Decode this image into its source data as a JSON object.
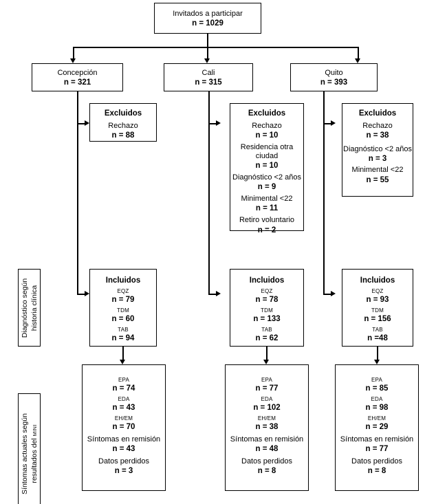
{
  "diagram": {
    "type": "flowchart",
    "title_box": {
      "label": "Invitados a participar",
      "count": "n = 1029"
    },
    "sites": [
      {
        "name": "Concepción",
        "count": "n = 321"
      },
      {
        "name": "Cali",
        "count": "n = 315"
      },
      {
        "name": "Quito",
        "count": "n = 393"
      }
    ],
    "excluded_heading": "Excluidos",
    "included_heading": "Incluidos",
    "excluded": [
      {
        "site": "Concepción",
        "items": [
          {
            "label": "Rechazo",
            "count": "n = 88"
          }
        ]
      },
      {
        "site": "Cali",
        "items": [
          {
            "label": "Rechazo",
            "count": "n = 10"
          },
          {
            "label": "Residencia otra ciudad",
            "count": "n = 10"
          },
          {
            "label": "Diagnóstico <2 años",
            "count": "n = 9"
          },
          {
            "label": "Minimental <22",
            "count": "n = 11"
          },
          {
            "label": "Retiro voluntario",
            "count": "n = 2"
          }
        ]
      },
      {
        "site": "Quito",
        "items": [
          {
            "label": "Rechazo",
            "count": "n = 38"
          },
          {
            "label": "Diagnóstico <2 años",
            "count": "n = 3"
          },
          {
            "label": "Minimental <22",
            "count": "n = 55"
          }
        ]
      }
    ],
    "included": [
      {
        "site": "Concepción",
        "items": [
          {
            "label": "EQZ",
            "count": "n = 79"
          },
          {
            "label": "TDM",
            "count": "n = 60"
          },
          {
            "label": "TAB",
            "count": "n = 94"
          }
        ]
      },
      {
        "site": "Cali",
        "items": [
          {
            "label": "EQZ",
            "count": "n = 78"
          },
          {
            "label": "TDM",
            "count": "n = 133"
          },
          {
            "label": "TAB",
            "count": "n = 62"
          }
        ]
      },
      {
        "site": "Quito",
        "items": [
          {
            "label": "EQZ",
            "count": "n = 93"
          },
          {
            "label": "TDM",
            "count": "n = 156"
          },
          {
            "label": "TAB",
            "count": "n =48"
          }
        ]
      }
    ],
    "symptoms": [
      {
        "site": "Concepción",
        "items": [
          {
            "label": "EPA",
            "count": "n = 74"
          },
          {
            "label": "EDA",
            "count": "n = 43"
          },
          {
            "label": "EH/EM",
            "count": "n = 70"
          },
          {
            "label": "Síntomas en remisión",
            "count": "n = 43"
          },
          {
            "label": "Datos perdidos",
            "count": "n = 3"
          }
        ]
      },
      {
        "site": "Cali",
        "items": [
          {
            "label": "EPA",
            "count": "n = 77"
          },
          {
            "label": "EDA",
            "count": "n = 102"
          },
          {
            "label": "EH/EM",
            "count": "n = 38"
          },
          {
            "label": "Síntomas en remisión",
            "count": "n = 48"
          },
          {
            "label": "Datos perdidos",
            "count": "n = 8"
          }
        ]
      },
      {
        "site": "Quito",
        "items": [
          {
            "label": "EPA",
            "count": "n = 85"
          },
          {
            "label": "EDA",
            "count": "n = 98"
          },
          {
            "label": "EH/EM",
            "count": "n = 29"
          },
          {
            "label": "Síntomas en remisión",
            "count": "n = 77"
          },
          {
            "label": "Datos perdidos",
            "count": "n = 8"
          }
        ]
      }
    ],
    "side_labels": [
      {
        "line1": "Diagnóstico según",
        "line2": "historia clínica",
        "tiny": ""
      },
      {
        "line1": "Síntomas actuales según",
        "line2": "resultados del ",
        "tiny": "MINI"
      }
    ]
  }
}
